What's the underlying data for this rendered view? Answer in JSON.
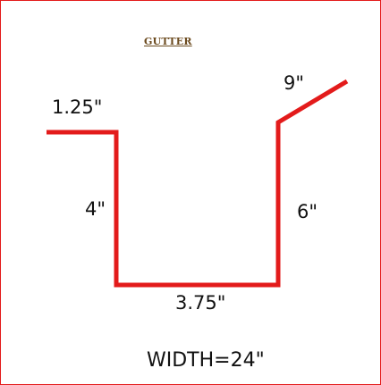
{
  "title": "GUTTER",
  "colors": {
    "border": "#e31b1b",
    "profile": "#e31b1b",
    "title": "#6b4a1e",
    "text": "#111111"
  },
  "dimensions": {
    "top_left_lip": "1.25\"",
    "top_right_lip": "9\"",
    "left_side": "4\"",
    "right_side": "6\"",
    "bottom": "3.75\"",
    "width": "WIDTH=24\""
  }
}
